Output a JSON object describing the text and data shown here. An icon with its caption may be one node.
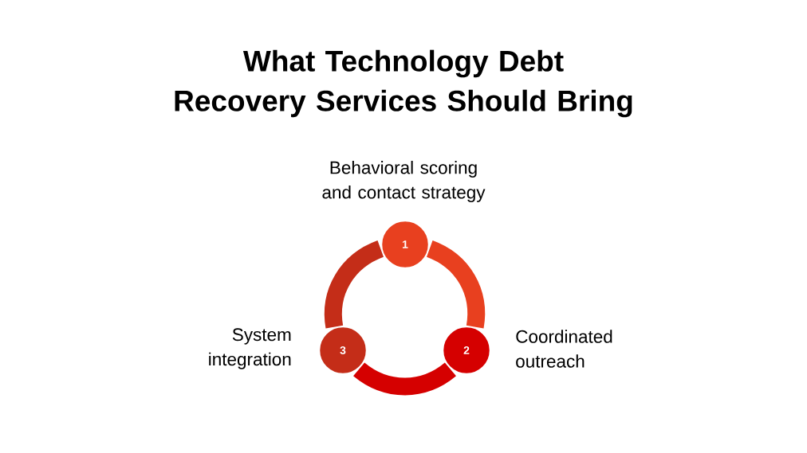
{
  "diagram": {
    "title": "What Technology Debt Recovery Services Should Bring",
    "nodes": [
      {
        "text": [
          "1"
        ],
        "beside": [
          "Behavioral scoring and contact strategy"
        ]
      },
      {
        "text": [
          "2"
        ],
        "beside": [
          "Coordinated outreach"
        ]
      },
      {
        "text": [
          "3"
        ],
        "beside": [
          "System integration"
        ]
      }
    ],
    "edges": [
      {
        "from": 0,
        "to": 1,
        "arrow": "none",
        "color": "#e8401f"
      },
      {
        "from": 1,
        "to": 2,
        "arrow": "none",
        "color": "#d50000"
      },
      {
        "from": 2,
        "to": 0,
        "arrow": "none",
        "color": "#c42d18"
      }
    ]
  }
}
